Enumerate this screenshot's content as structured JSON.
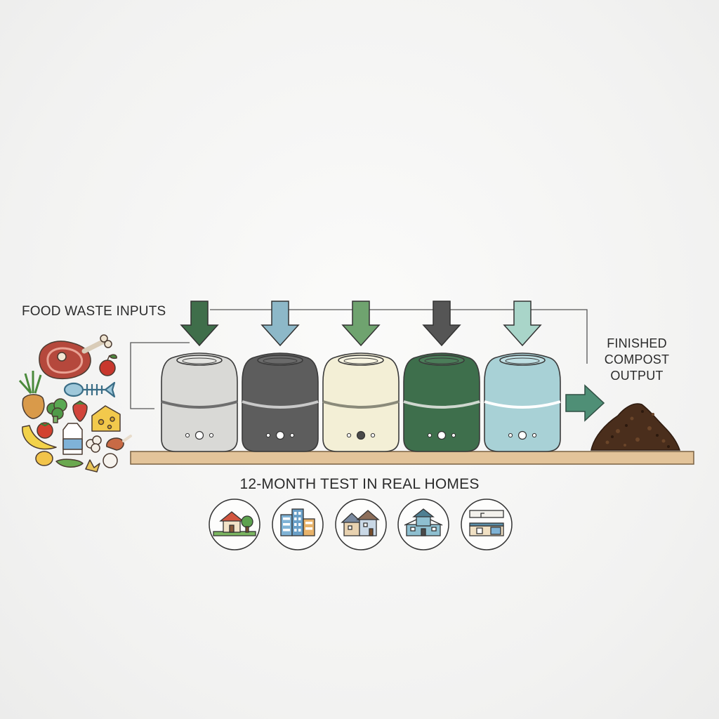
{
  "labels": {
    "inputs": "FOOD WASTE INPUTS",
    "output": "FINISHED\nCOMPOST\nOUTPUT",
    "test": "12-MONTH TEST IN REAL HOMES"
  },
  "composters": [
    {
      "body": "#d9d9d6",
      "lid": "#e4e4e1",
      "band": "#6e6e6e",
      "arrow": "#3f6e4a"
    },
    {
      "body": "#5d5d5d",
      "lid": "#6a6a6a",
      "band": "#c9c9c9",
      "arrow": "#8db8c8"
    },
    {
      "body": "#f3efd6",
      "lid": "#f8f5e2",
      "band": "#8a8a7a",
      "arrow": "#6fa36f"
    },
    {
      "body": "#3e6f4c",
      "lid": "#4b7d59",
      "band": "#cfd8cf",
      "arrow": "#555555"
    },
    {
      "body": "#a8d1d6",
      "lid": "#bfdfe3",
      "band": "#ffffff",
      "arrow": "#a9d5c9"
    }
  ],
  "homes": [
    {
      "icon": "house-with-tree-icon"
    },
    {
      "icon": "apartment-building-icon"
    },
    {
      "icon": "townhouse-icon"
    },
    {
      "icon": "suburban-house-icon"
    },
    {
      "icon": "kitchen-icon"
    }
  ],
  "colors": {
    "shelf": "#e3c49a",
    "compost": "#4a2e1c",
    "outflow_arrow": "#4f8f76"
  }
}
